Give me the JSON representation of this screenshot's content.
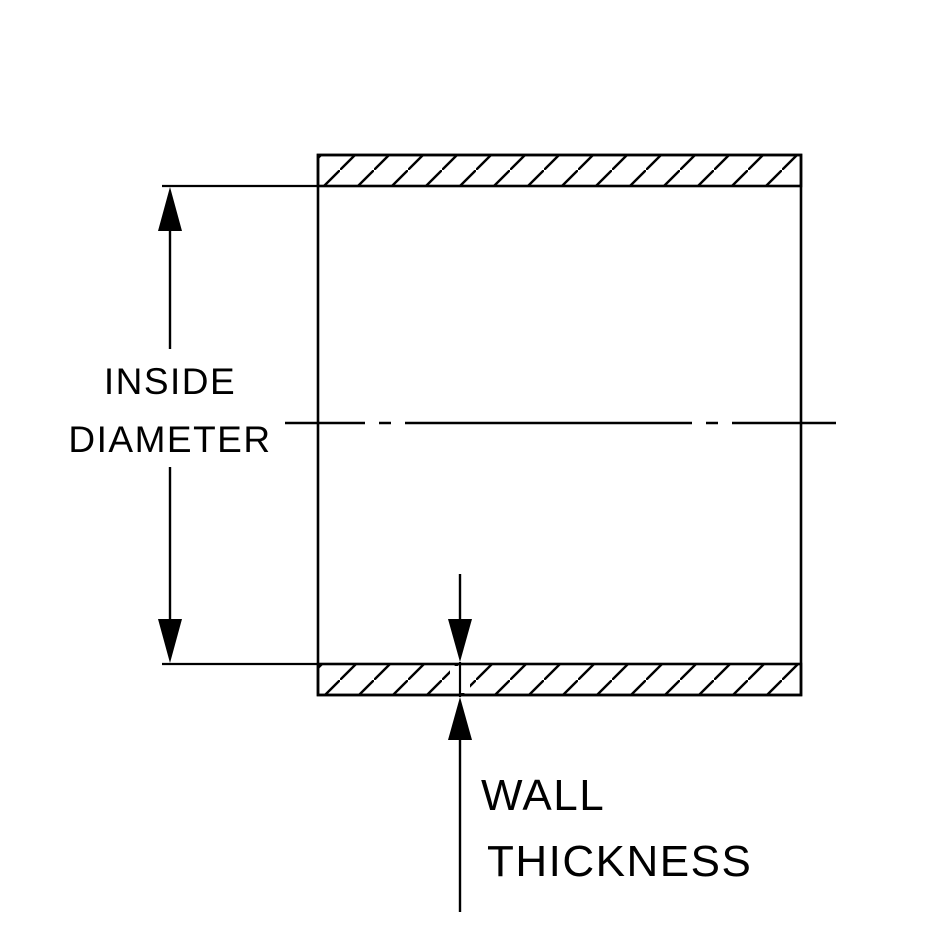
{
  "diagram": {
    "colors": {
      "line": "#000000",
      "background": "#ffffff"
    },
    "labels": {
      "inside_diameter_line1": "INSIDE",
      "inside_diameter_line2": "DIAMETER",
      "wall_thickness_line1": "WALL",
      "wall_thickness_line2": "THICKNESS"
    }
  }
}
